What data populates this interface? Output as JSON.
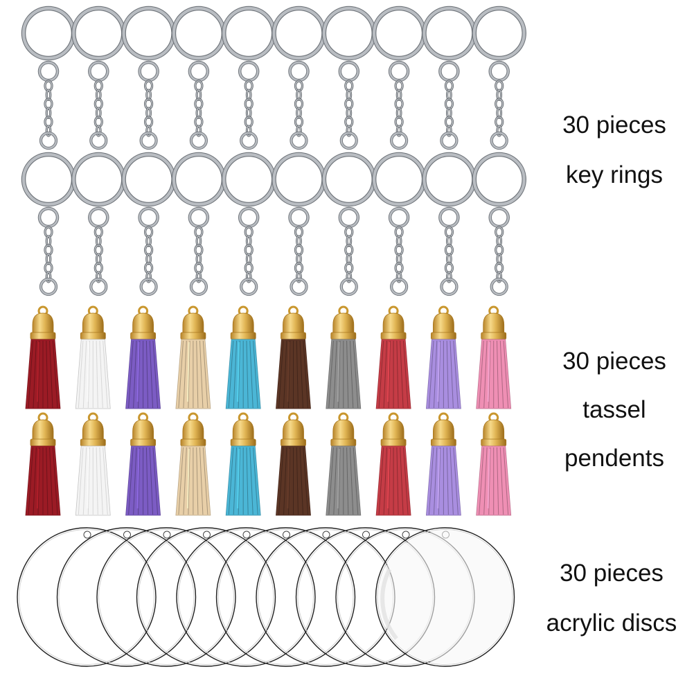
{
  "captions": {
    "rings": {
      "count": "30 pieces",
      "name": "key rings"
    },
    "tassels": {
      "count": "30 pieces",
      "name_line1": "tassel",
      "name_line2": "pendents"
    },
    "discs": {
      "count": "30 pieces",
      "name": "acrylic discs"
    }
  },
  "items": {
    "key_rings": {
      "visible_count": 20,
      "ring_color": "#b9bdc2"
    },
    "tassels": {
      "cap_color": "#d9a845",
      "colors": [
        "#9b1b25",
        "#f4f4f4",
        "#7c5cc4",
        "#e8cfa8",
        "#4bb6d6",
        "#5b3525",
        "#8d8d8d",
        "#c53c46",
        "#a98ee0",
        "#ef8fb4"
      ]
    },
    "acrylic_discs": {
      "visible_count": 10
    }
  }
}
